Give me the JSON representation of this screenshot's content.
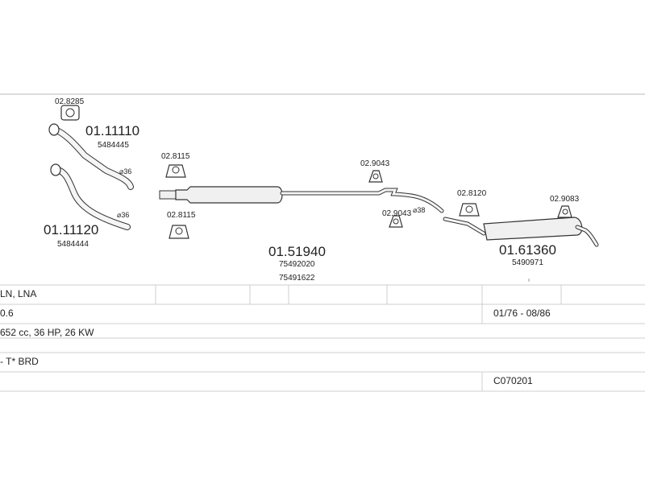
{
  "parts": {
    "front_pipe_1": {
      "number": "01.11110",
      "oe": "5484445"
    },
    "front_pipe_2": {
      "number": "01.11120",
      "oe": "5484444"
    },
    "middle_silencer": {
      "number": "01.51940",
      "oe1": "75492020",
      "oe2": "75491622"
    },
    "rear_silencer": {
      "number": "01.61360",
      "oe": "5490971"
    },
    "mounts": {
      "m1": "02.8285",
      "m2": "02.8115",
      "m3": "02.8115",
      "m4": "02.9043",
      "m5": "02.9043",
      "m6": "02.8120",
      "m7": "02.9083"
    },
    "diameters": {
      "d1": "⌀36",
      "d2": "⌀36",
      "d3": "⌀38"
    }
  },
  "vehicle": {
    "model": "LN, LNA",
    "engine_code": "0.6",
    "years": "01/76 - 08/86",
    "engine": "652 cc, 36 HP, 26 KW",
    "type": "- T* BRD",
    "code": "C070201"
  },
  "colors": {
    "line": "#cfcfcf",
    "stroke": "#333333",
    "fill": "#f0f0f0"
  }
}
